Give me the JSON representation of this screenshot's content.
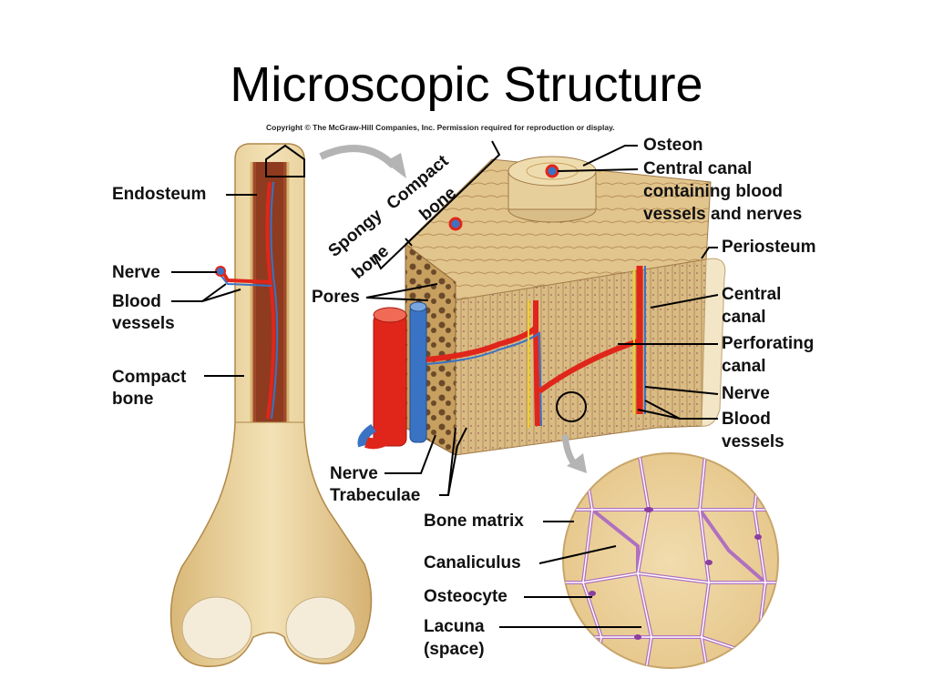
{
  "title": "Microscopic Structure",
  "copyright": "Copyright © The McGraw-Hill Companies, Inc. Permission required for reproduction or display.",
  "labels": {
    "endosteum": "Endosteum",
    "nerve_left": "Nerve",
    "blood_vessels_left": [
      "Blood",
      "vessels"
    ],
    "compact_bone_left": [
      "Compact",
      "bone"
    ],
    "spongy_bone": [
      "Spongy",
      "bone"
    ],
    "compact_bone_top": [
      "Compact",
      "bone"
    ],
    "pores": "Pores",
    "nerve_bottom": "Nerve",
    "trabeculae": "Trabeculae",
    "osteon": "Osteon",
    "central_canal_top": [
      "Central canal",
      "containing blood",
      "vessels and nerves"
    ],
    "periosteum": "Periosteum",
    "central_canal_right": [
      "Central",
      "canal"
    ],
    "perforating_canal": [
      "Perforating",
      "canal"
    ],
    "nerve_right": "Nerve",
    "blood_vessels_right": [
      "Blood",
      "vessels"
    ],
    "bone_matrix": "Bone matrix",
    "canaliculus": "Canaliculus",
    "osteocyte": "Osteocyte",
    "lacuna": [
      "Lacuna",
      "(space)"
    ]
  },
  "colors": {
    "bone": "#e8cf98",
    "bone_dark": "#c9a463",
    "artery": "#e0261b",
    "vein": "#3a73c4",
    "nerve": "#f2d21b",
    "lacuna_line": "#b070c0"
  }
}
